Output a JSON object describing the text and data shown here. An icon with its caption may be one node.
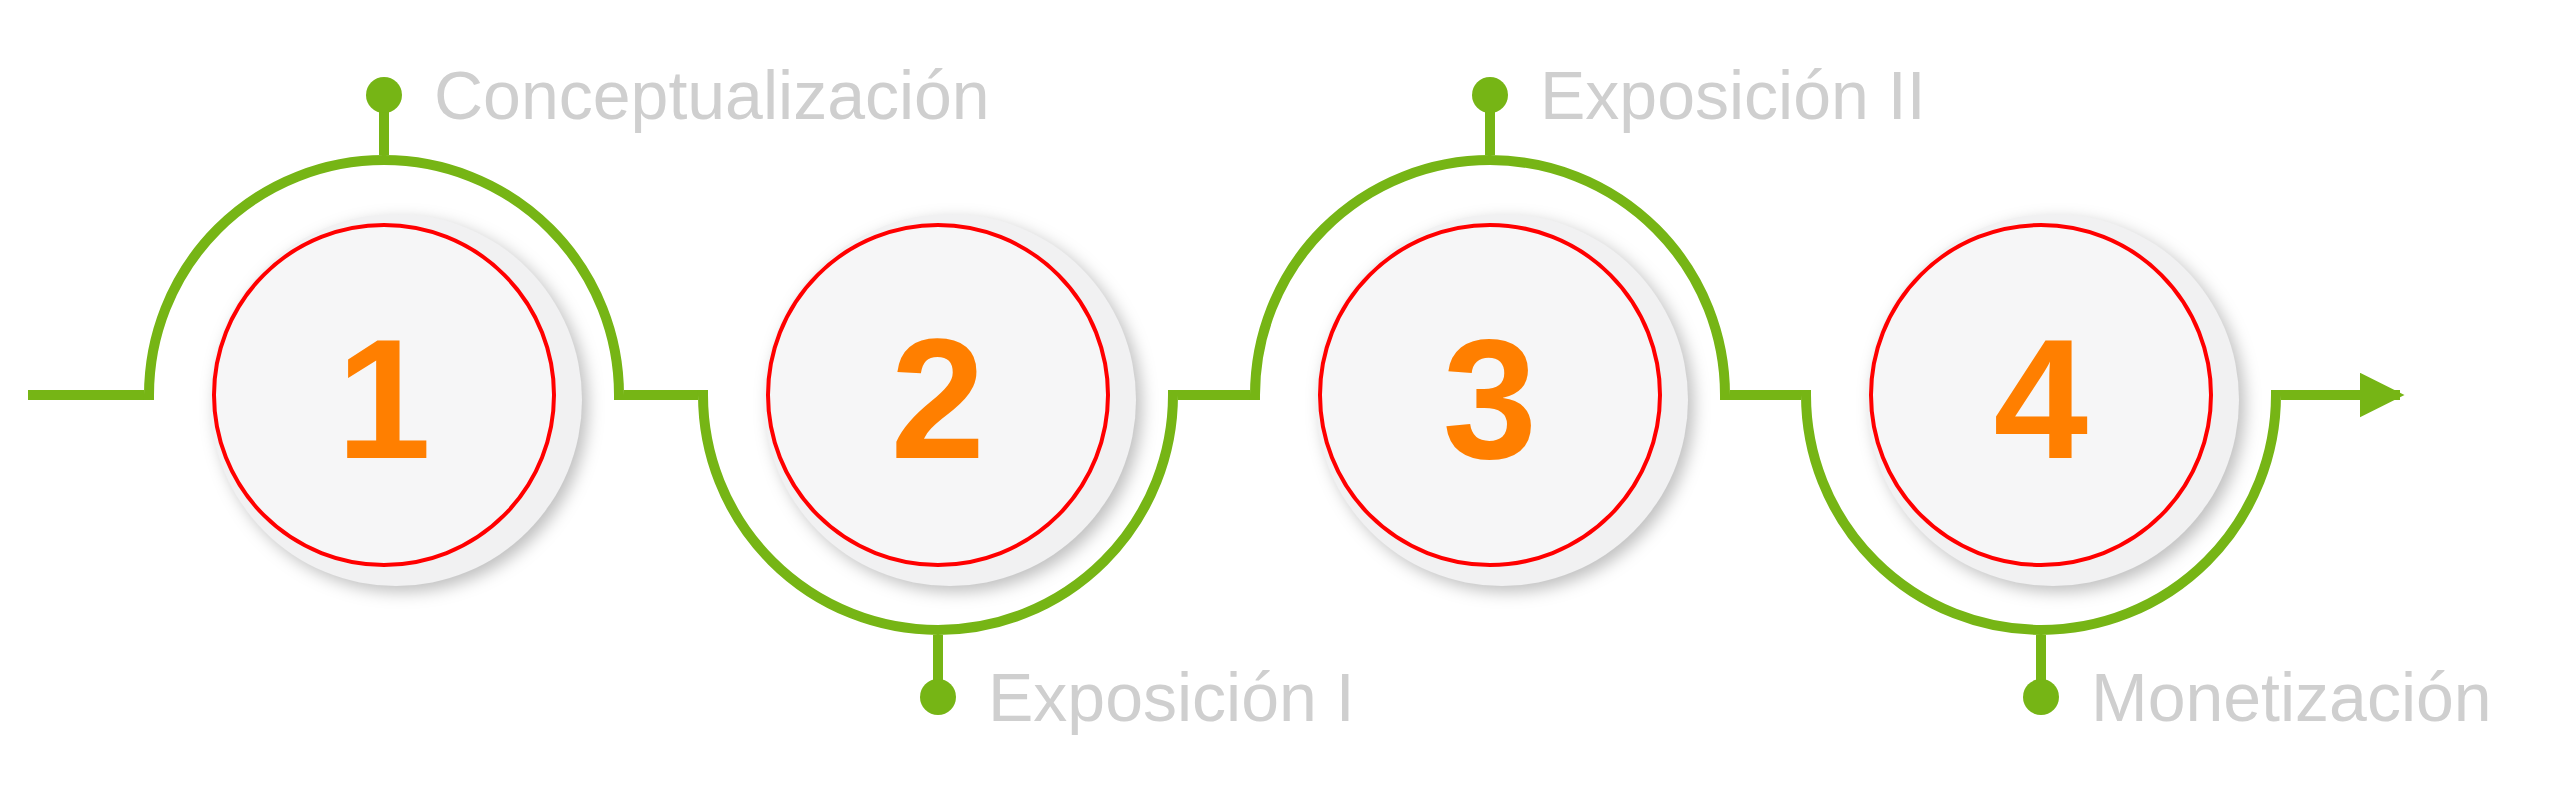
{
  "diagram": {
    "nodes": [
      {
        "text": [
          "1"
        ],
        "beside": [
          "Conceptualización"
        ]
      },
      {
        "text": [
          "2"
        ],
        "beside": [
          "Exposición I"
        ]
      },
      {
        "text": [
          "3"
        ],
        "beside": [
          "Exposición II"
        ]
      },
      {
        "text": [
          "4"
        ],
        "beside": [
          "Monetización"
        ]
      }
    ],
    "edges": [
      {
        "from": null,
        "to": 0,
        "arrow": "none"
      },
      {
        "from": 0,
        "to": 1,
        "arrow": "none"
      },
      {
        "from": 1,
        "to": 2,
        "arrow": "none"
      },
      {
        "from": 2,
        "to": 3,
        "arrow": "none"
      },
      {
        "from": 3,
        "to": null,
        "arrow": "to"
      }
    ]
  }
}
